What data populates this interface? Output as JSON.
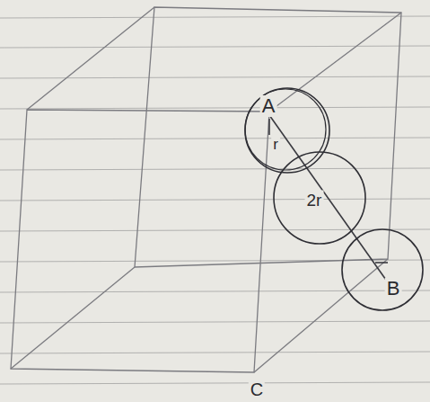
{
  "diagram": {
    "nodes": [
      {
        "text": [
          "A",
          "r"
        ]
      },
      {
        "text": [
          "2r"
        ]
      },
      {
        "text": [
          "B"
        ]
      }
    ],
    "labels": [
      "C"
    ]
  }
}
